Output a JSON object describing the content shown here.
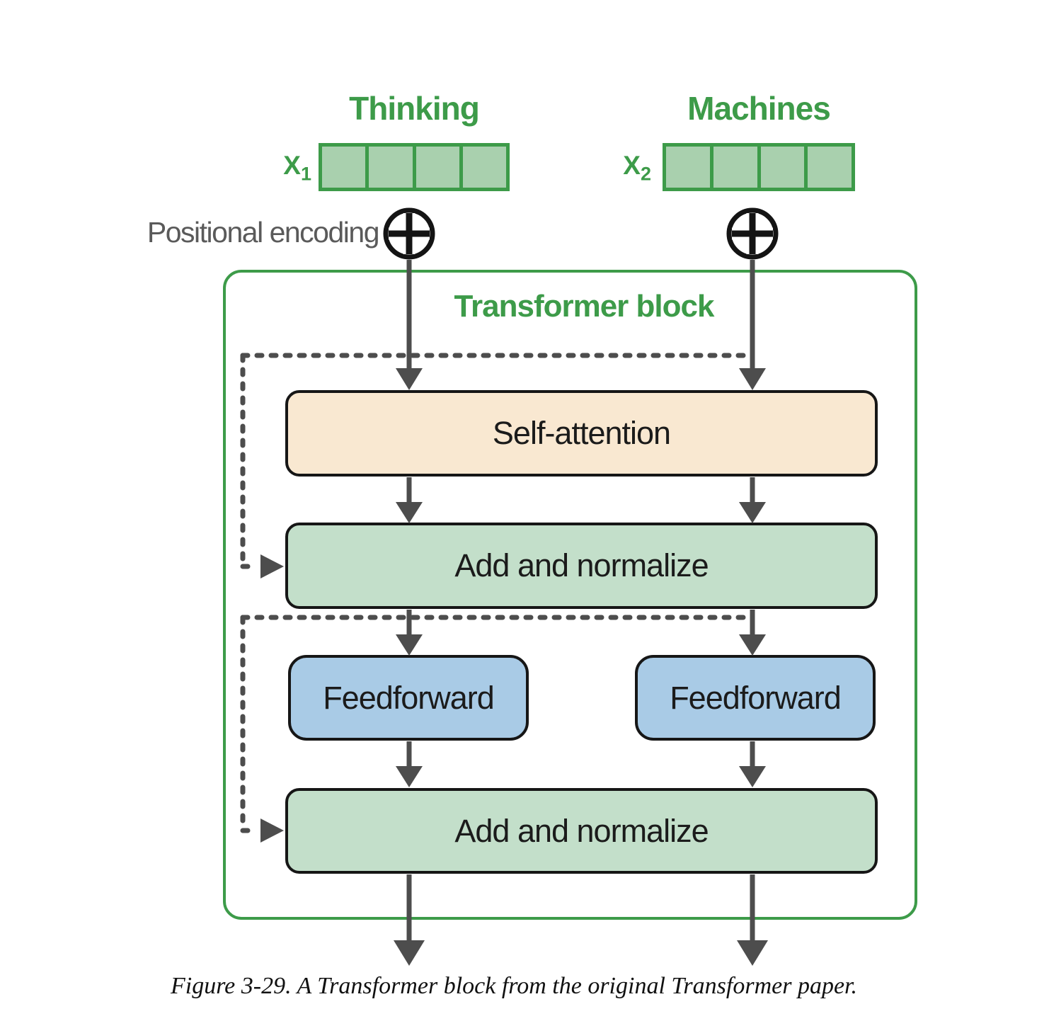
{
  "figure": {
    "caption": "Figure 3-29. A Transformer block from the original Transformer paper."
  },
  "tokens": [
    {
      "label": "Thinking",
      "var": "X",
      "sub": "1",
      "embedding_cells": 4
    },
    {
      "label": "Machines",
      "var": "X",
      "sub": "2",
      "embedding_cells": 4
    }
  ],
  "labels": {
    "positional_encoding": "Positional encoding",
    "plus_symbol": "circled-plus"
  },
  "block": {
    "title": "Transformer block",
    "self_attention": "Self-attention",
    "add_and_normalize_top": "Add and normalize",
    "feedforward_left": "Feedforward",
    "feedforward_right": "Feedforward",
    "add_and_normalize_bottom": "Add and normalize"
  },
  "colors": {
    "accent_green": "#3d9b49",
    "embedding_cell_fill": "#a9d0ae",
    "self_attention_fill": "#f9e8d1",
    "add_normalize_fill": "#c3dfca",
    "feedforward_fill": "#a9cbe6",
    "connector_gray": "#4d4d4d",
    "positional_label_gray": "#5a5a5a",
    "node_border": "#161616"
  }
}
